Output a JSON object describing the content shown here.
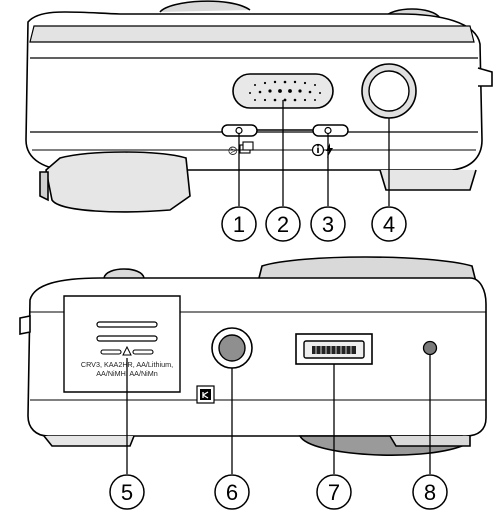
{
  "figure": {
    "top_view": {
      "button_1_glyph": "self-timer-burst-icon",
      "button_3_glyph": "info-flash-icon",
      "button_1_symbols": "ⓞ⧉",
      "button_3_symbols": "ⓘϟ"
    },
    "bottom_view": {
      "battery_text_line1": "CRV3, KAA2HR, AA/Lithium,",
      "battery_text_line2": "AA/NiMH, AA/NiMn",
      "brand_icon": "kodak-logo-icon"
    },
    "callouts": [
      "1",
      "2",
      "3",
      "4",
      "5",
      "6",
      "7",
      "8"
    ]
  },
  "colors": {
    "outline": "#000000",
    "body": "#ffffff",
    "shade": "#d9d9d9",
    "dark": "#5a5a5a"
  }
}
